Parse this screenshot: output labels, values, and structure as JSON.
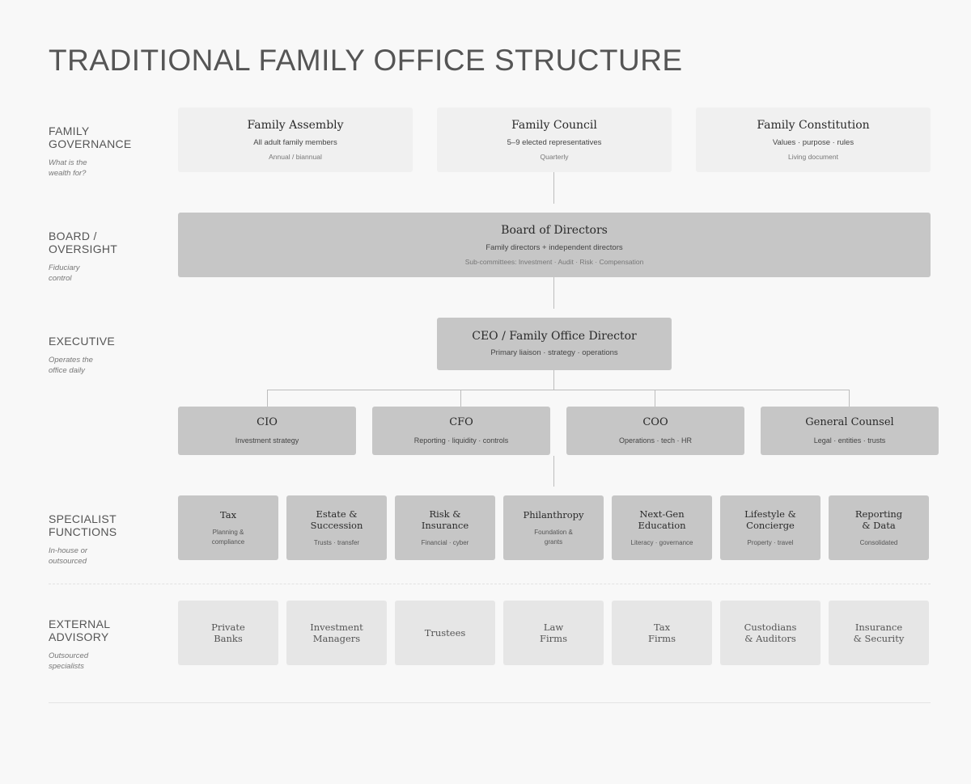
{
  "title": "TRADITIONAL FAMILY OFFICE STRUCTURE",
  "rows": {
    "governance": {
      "title": "FAMILY GOVERNANCE",
      "subtitle": "What is the wealth for?"
    },
    "board": {
      "title": "BOARD / OVERSIGHT",
      "subtitle": "Fiduciary control"
    },
    "executive": {
      "title": "EXECUTIVE",
      "subtitle": "Operates the office daily"
    },
    "specialist": {
      "title": "SPECIALIST FUNCTIONS",
      "subtitle": "In-house or outsourced"
    },
    "external": {
      "title": "EXTERNAL ADVISORY",
      "subtitle": "Outsourced specialists"
    }
  },
  "governance": [
    {
      "title": "Family Assembly",
      "subtitle": "All adult family members",
      "detail": "Annual / biannual"
    },
    {
      "title": "Family Council",
      "subtitle": "5–9 elected representatives",
      "detail": "Quarterly"
    },
    {
      "title": "Family Constitution",
      "subtitle": "Values · purpose · rules",
      "detail": "Living document"
    }
  ],
  "board": {
    "title": "Board of Directors",
    "subtitle": "Family directors + independent directors",
    "detail": "Sub-committees: Investment · Audit · Risk · Compensation"
  },
  "ceo": {
    "title": "CEO / Family Office Director",
    "subtitle": "Primary liaison · strategy · operations"
  },
  "executives": [
    {
      "title": "CIO",
      "subtitle": "Investment strategy"
    },
    {
      "title": "CFO",
      "subtitle": "Reporting · liquidity · controls"
    },
    {
      "title": "COO",
      "subtitle": "Operations · tech · HR"
    },
    {
      "title": "General Counsel",
      "subtitle": "Legal · entities · trusts"
    }
  ],
  "specialists": [
    {
      "title": "Tax",
      "subtitle": "Planning &\ncompliance"
    },
    {
      "title": "Estate &\nSuccession",
      "subtitle": "Trusts · transfer"
    },
    {
      "title": "Risk &\nInsurance",
      "subtitle": "Financial · cyber"
    },
    {
      "title": "Philanthropy",
      "subtitle": "Foundation &\ngrants"
    },
    {
      "title": "Next-Gen\nEducation",
      "subtitle": "Literacy · governance"
    },
    {
      "title": "Lifestyle &\nConcierge",
      "subtitle": "Property · travel"
    },
    {
      "title": "Reporting\n& Data",
      "subtitle": "Consolidated"
    }
  ],
  "external": [
    {
      "title": "Private\nBanks"
    },
    {
      "title": "Investment\nManagers"
    },
    {
      "title": "Trustees"
    },
    {
      "title": "Law\nFirms"
    },
    {
      "title": "Tax\nFirms"
    },
    {
      "title": "Custodians\n& Auditors"
    },
    {
      "title": "Insurance\n& Security"
    }
  ]
}
